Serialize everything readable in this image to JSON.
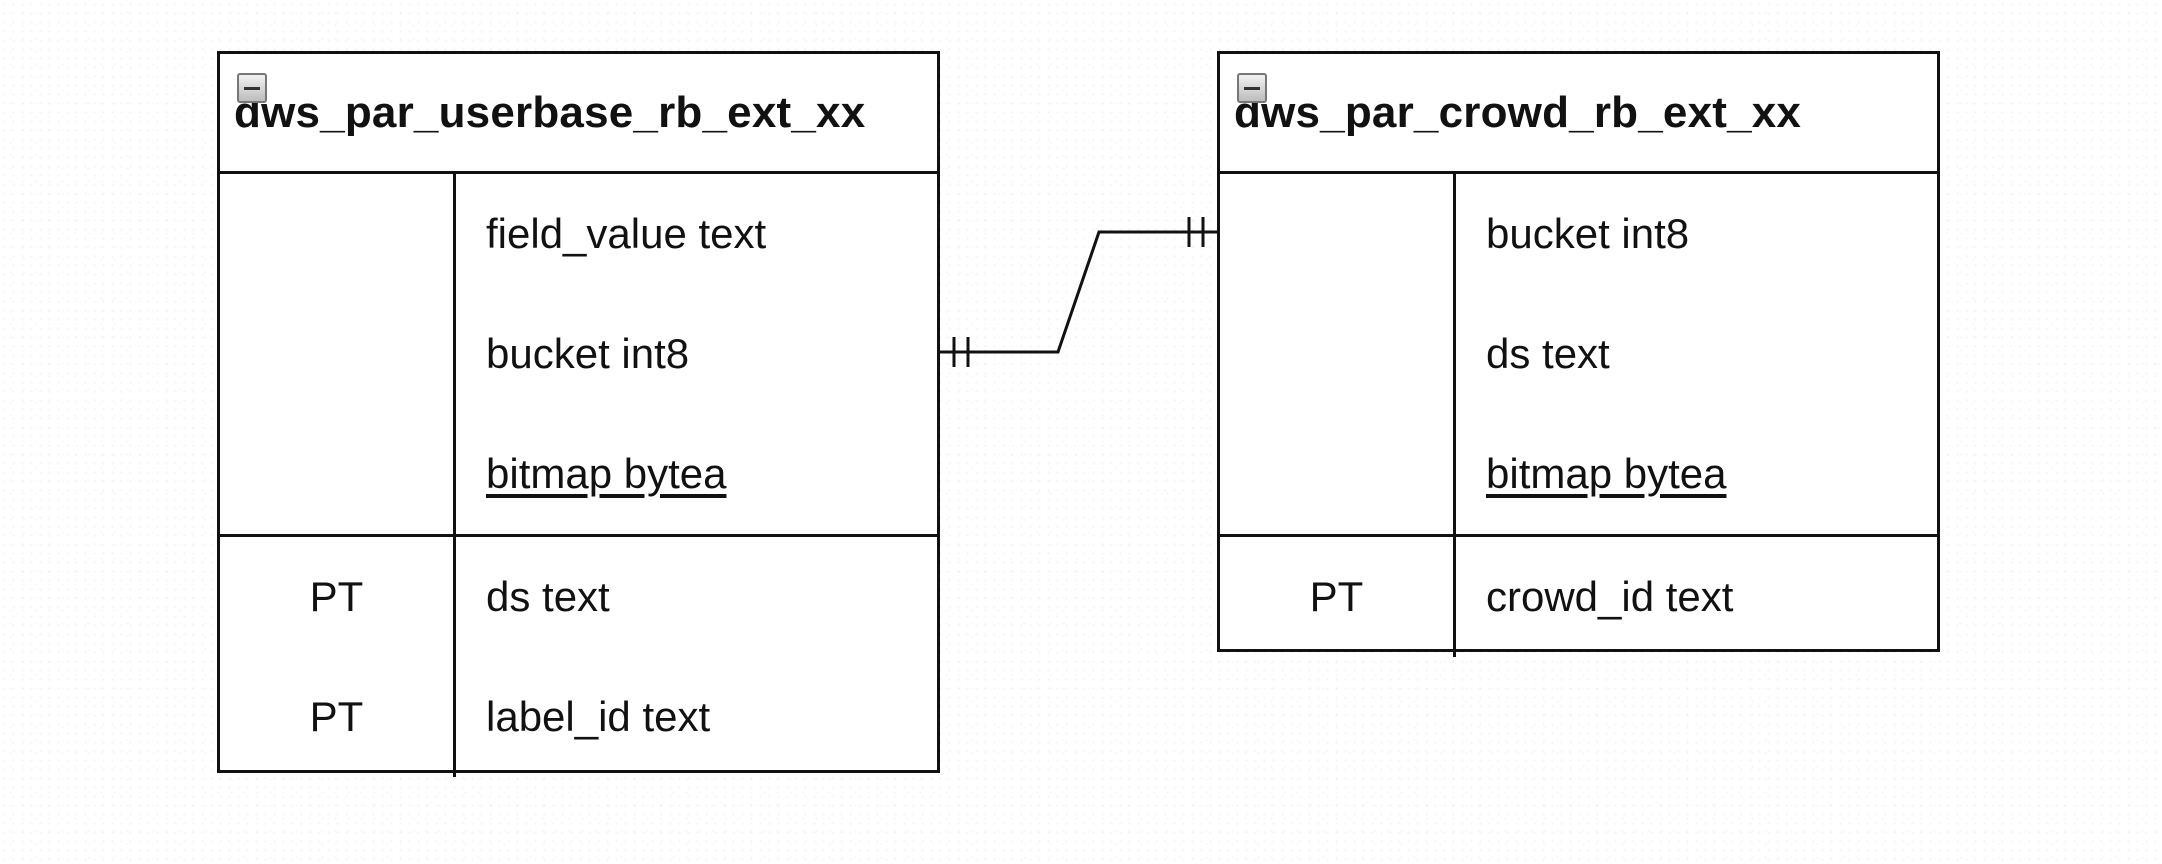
{
  "entities": [
    {
      "title": "dws_par_userbase_rb_ext_xx",
      "fields": [
        {
          "key": "",
          "name": "field_value text",
          "underline": false
        },
        {
          "key": "",
          "name": "bucket int8",
          "underline": false
        },
        {
          "key": "",
          "name": "bitmap bytea",
          "underline": true
        }
      ],
      "partition_fields": [
        {
          "key": "PT",
          "name": "ds text"
        },
        {
          "key": "PT",
          "name": "label_id text"
        }
      ]
    },
    {
      "title": "dws_par_crowd_rb_ext_xx",
      "fields": [
        {
          "key": "",
          "name": "bucket int8",
          "underline": false
        },
        {
          "key": "",
          "name": "ds text",
          "underline": false
        },
        {
          "key": "",
          "name": "bitmap bytea",
          "underline": true
        }
      ],
      "partition_fields": [
        {
          "key": "PT",
          "name": "crowd_id text"
        }
      ]
    }
  ],
  "relationship": {
    "from": "dws_par_userbase_rb_ext_xx.bucket",
    "to": "dws_par_crowd_rb_ext_xx.bucket",
    "cardinality": "one-and-only-one to one-and-only-one",
    "color": "#111111"
  }
}
